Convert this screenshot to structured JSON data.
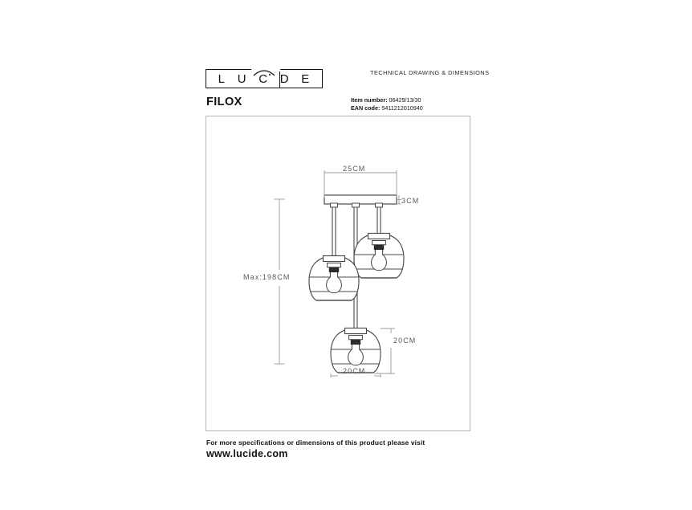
{
  "header": {
    "logo_letters": [
      "L",
      "U",
      "C",
      "D",
      "E"
    ],
    "logo_name": "LUCIDE",
    "caption": "TECHNICAL DRAWING & DIMENSIONS"
  },
  "product": {
    "title": "FILOX",
    "item_number_label": "Item number:",
    "item_number": "06429/13/30",
    "ean_label": "EAN code:",
    "ean_code": "5411212010940"
  },
  "drawing": {
    "dimensions": {
      "canopy_width": "25CM",
      "canopy_height": "3CM",
      "max_drop": "Max:198CM",
      "shade_height": "20CM",
      "shade_width": "20CM"
    }
  },
  "footer": {
    "line1": "For more specifications or dimensions of this product please visit",
    "line2": "www.lucide.com"
  },
  "colors": {
    "line": "#4a4a4a",
    "dimension_line": "#9a9a9a",
    "frame": "#b5b5b5",
    "text": "#111111"
  }
}
